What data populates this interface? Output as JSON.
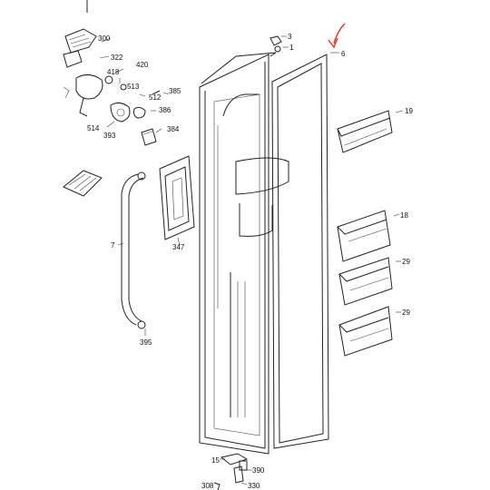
{
  "diagram": {
    "corner_mark": "",
    "callout_labels": [
      "300",
      "322",
      "418",
      "420",
      "513",
      "512",
      "385",
      "386",
      "514",
      "393",
      "384",
      "347",
      "7",
      "395",
      "3",
      "1",
      "6",
      "19",
      "18",
      "29",
      "29",
      "15",
      "390",
      "330",
      "308"
    ],
    "annotation_color": "#e0301e",
    "line_color": "#222222"
  }
}
